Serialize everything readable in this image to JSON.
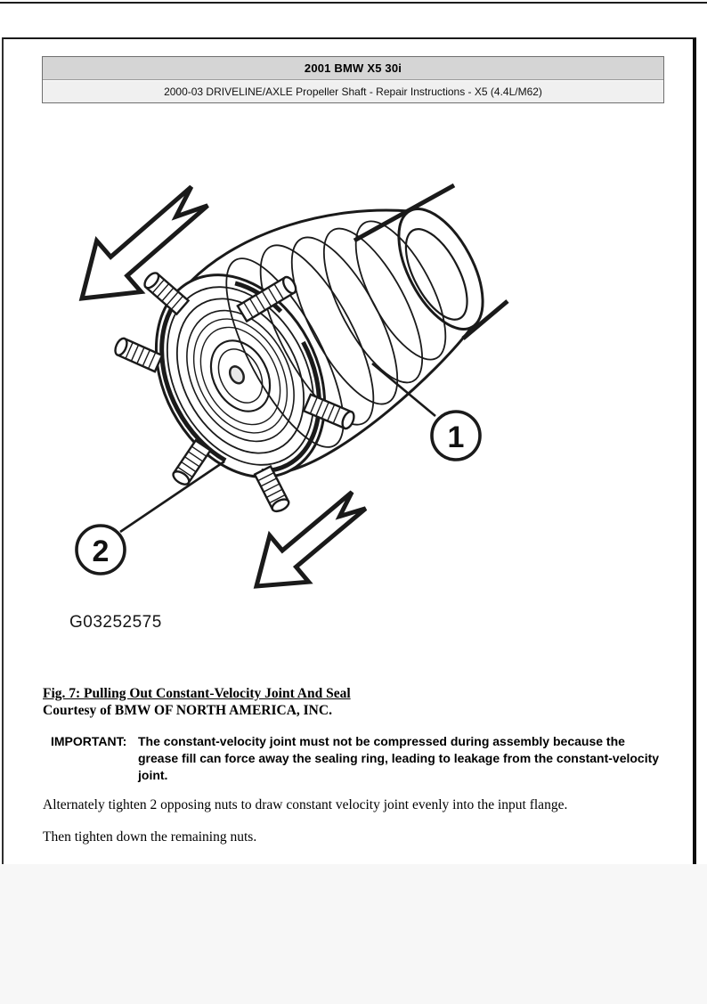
{
  "header": {
    "title": "2001 BMW X5 30i",
    "subtitle": "2000-03 DRIVELINE/AXLE Propeller Shaft - Repair Instructions - X5 (4.4L/M62)",
    "title_bg": "#d5d5d5",
    "subtitle_bg": "#f0f0f0"
  },
  "figure": {
    "image_code": "G03252575",
    "callouts": [
      "1",
      "2"
    ],
    "caption_title": "Fig. 7: Pulling Out Constant-Velocity Joint And Seal",
    "caption_courtesy": "Courtesy of BMW OF NORTH AMERICA, INC."
  },
  "important": {
    "label": "IMPORTANT:",
    "text": "The constant-velocity joint must not be compressed during assembly because the grease fill can force away the sealing ring, leading to leakage from the constant-velocity joint."
  },
  "paragraphs": {
    "p1": "Alternately tighten 2 opposing nuts to draw constant velocity joint evenly into the input flange.",
    "p2": "Then tighten down the remaining nuts."
  },
  "colors": {
    "rule": "#1c1c1c",
    "footer_band": "#f7f7f7",
    "line_art": "#1a1a1a"
  }
}
